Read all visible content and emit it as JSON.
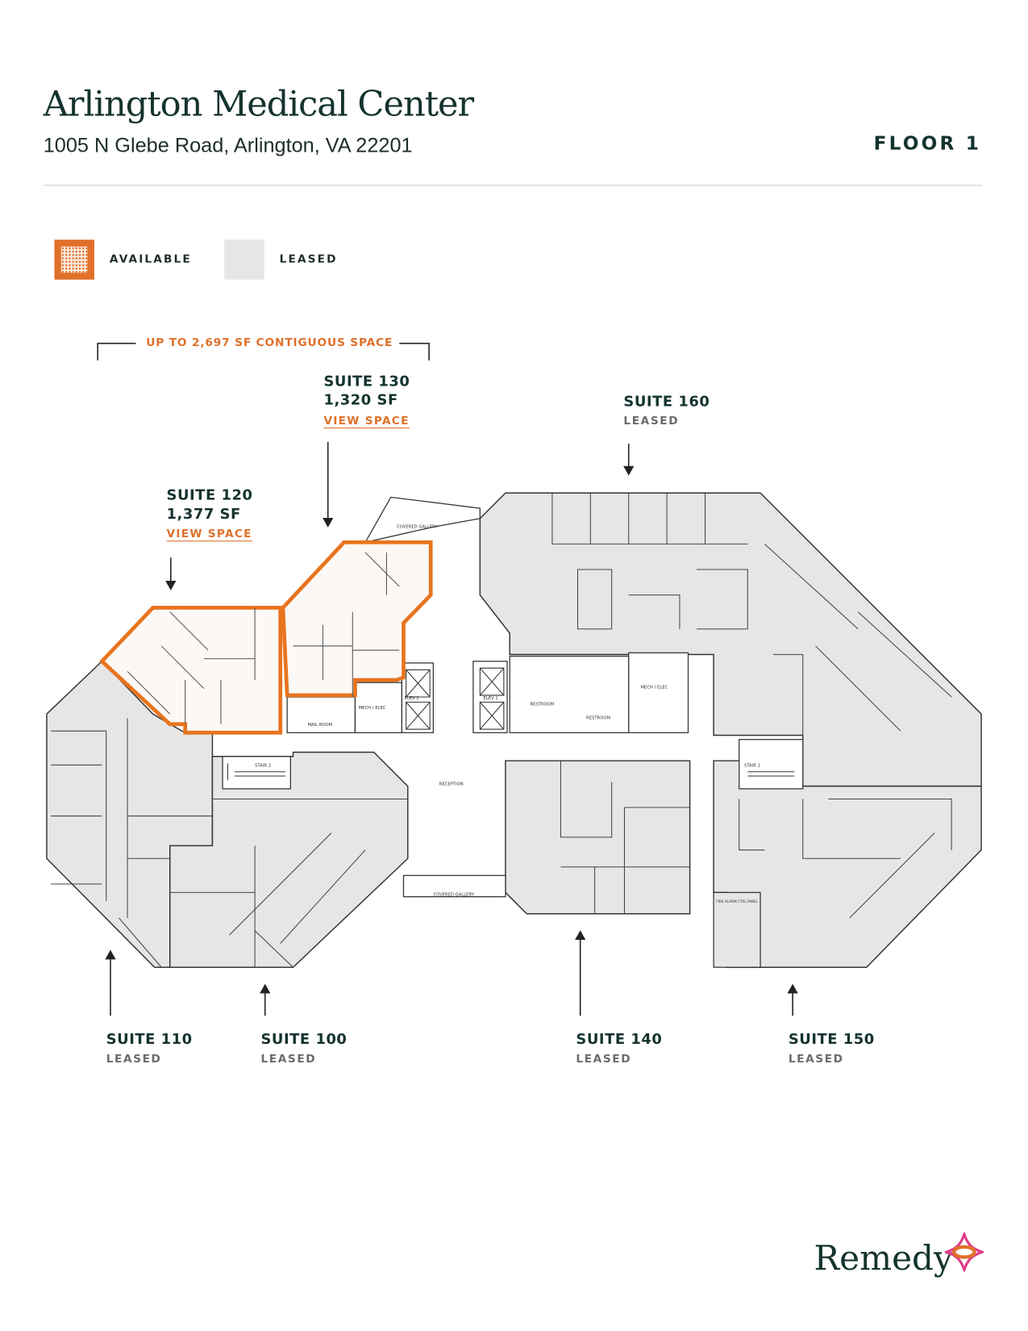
{
  "header": {
    "title": "Arlington Medical Center",
    "address": "1005 N Glebe Road, Arlington, VA 22201",
    "floor": "FLOOR 1"
  },
  "legend": {
    "available": {
      "label": "AVAILABLE",
      "color": "#e0702a"
    },
    "leased": {
      "label": "LEASED",
      "color": "#e6e6e6"
    }
  },
  "contiguous_note": "UP TO 2,697 SF CONTIGUOUS SPACE",
  "suites": {
    "s130": {
      "name": "SUITE 130",
      "size": "1,320 SF",
      "link": "VIEW SPACE"
    },
    "s120": {
      "name": "SUITE 120",
      "size": "1,377 SF",
      "link": "VIEW SPACE"
    },
    "s160": {
      "name": "SUITE 160",
      "status": "LEASED"
    },
    "s110": {
      "name": "SUITE 110",
      "status": "LEASED"
    },
    "s100": {
      "name": "SUITE 100",
      "status": "LEASED"
    },
    "s140": {
      "name": "SUITE 140",
      "status": "LEASED"
    },
    "s150": {
      "name": "SUITE 150",
      "status": "LEASED"
    }
  },
  "plan_labels": {
    "covered_gallery_top": "COVERED GALLERY",
    "covered_gallery_bottom": "COVERED GALLERY",
    "mail_room": "MAIL ROOM",
    "mech_elec_1": "MECH / ELEC",
    "mech_elec_2": "MECH / ELEC",
    "elev_2": "ELEV 2",
    "elev_1": "ELEV 1",
    "restroom_1": "RESTROOM",
    "restroom_2": "RESTROOM",
    "reception": "RECEPTION",
    "stair_2": "STAIR 2",
    "stair_1": "STAIR 1",
    "fire_panel": "FIRE ALARM CTRL PANEL"
  },
  "logo": {
    "text": "Remedy",
    "accent_colors": [
      "#e0702a",
      "#e23c8a"
    ]
  }
}
